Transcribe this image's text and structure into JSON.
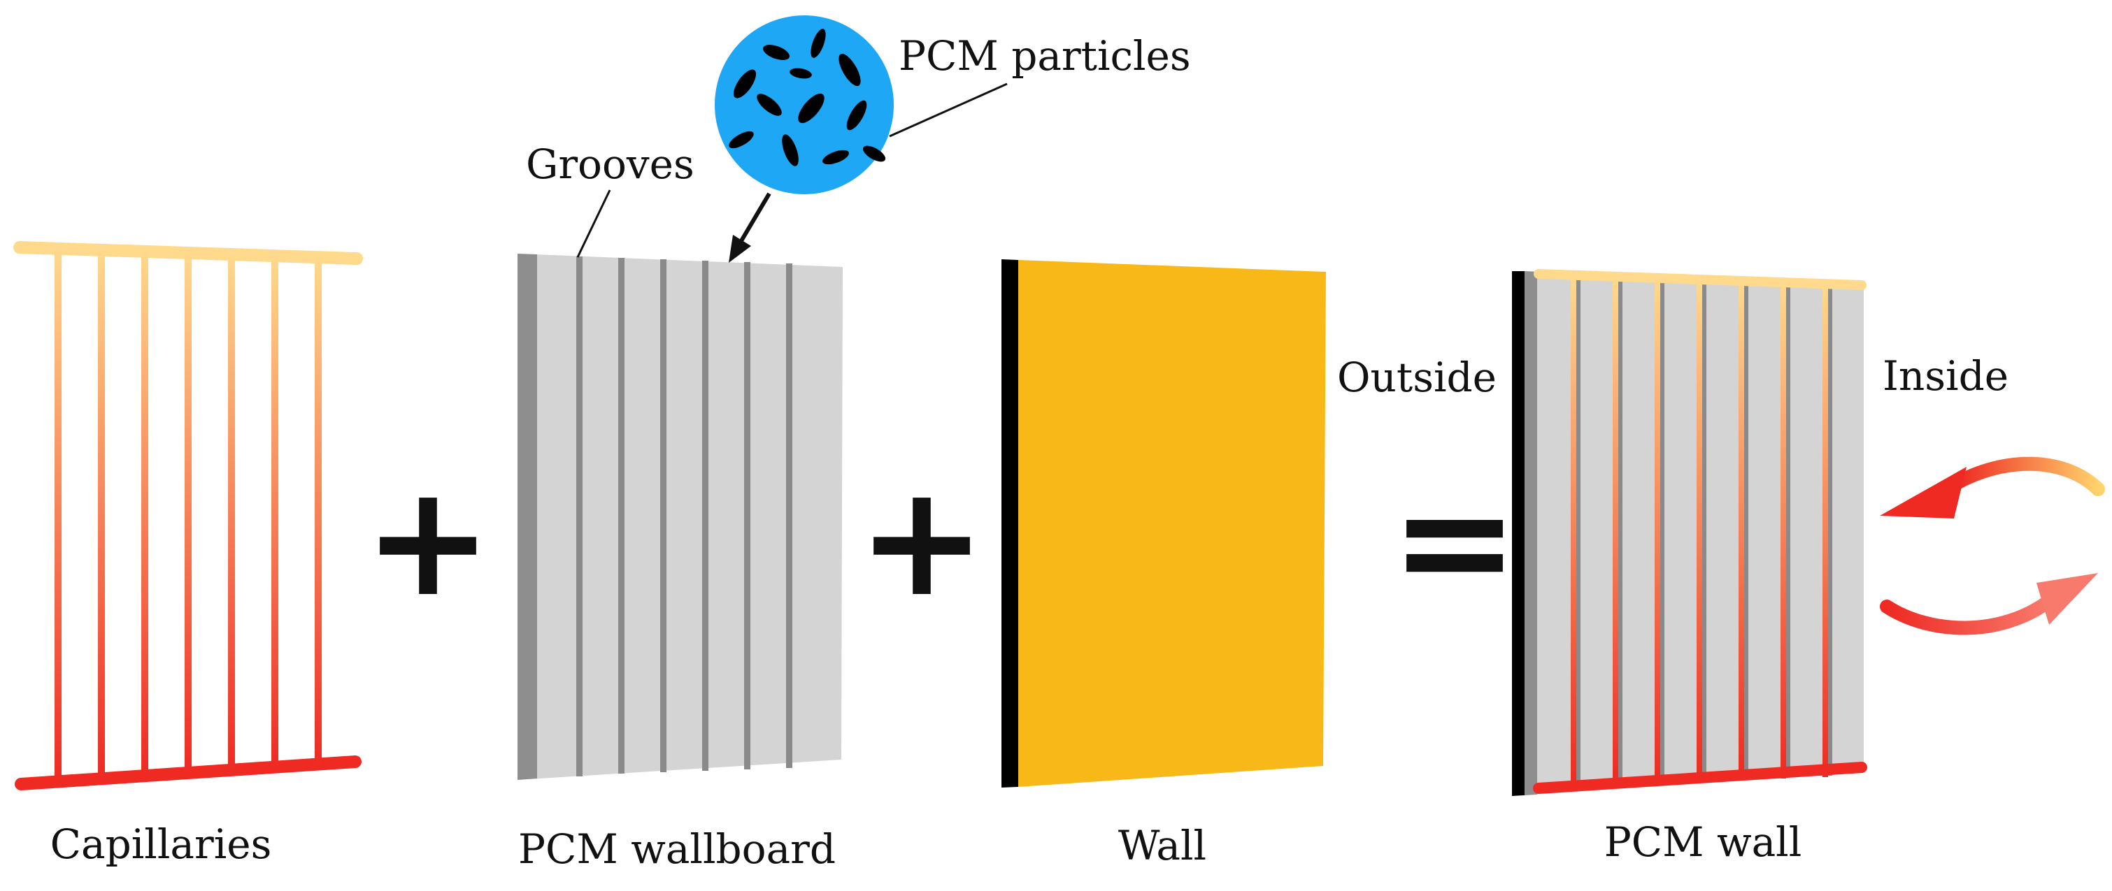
{
  "labels": {
    "capillaries": "Capillaries",
    "pcm_wallboard": "PCM wallboard",
    "wall": "Wall",
    "pcm_wall": "PCM wall",
    "grooves": "Grooves",
    "pcm_particles": "PCM particles",
    "outside": "Outside",
    "inside": "Inside"
  },
  "operators": {
    "plus": "+",
    "equals": "="
  },
  "colors": {
    "capillary_top": "#FFD98C",
    "capillary_bottom": "#EE2A23",
    "board": "#D4D4D4",
    "board_edge": "#8E8E8E",
    "groove": "#8A8A8A",
    "wall": "#F8B918",
    "wall_edge": "#000000",
    "particle_circle": "#1EA7F5",
    "particle": "#000000",
    "arrow_light": "#FFD36B",
    "arrow_dark": "#EE2A23"
  },
  "icons": {
    "heat_exchange": "circular-arrows-icon"
  }
}
